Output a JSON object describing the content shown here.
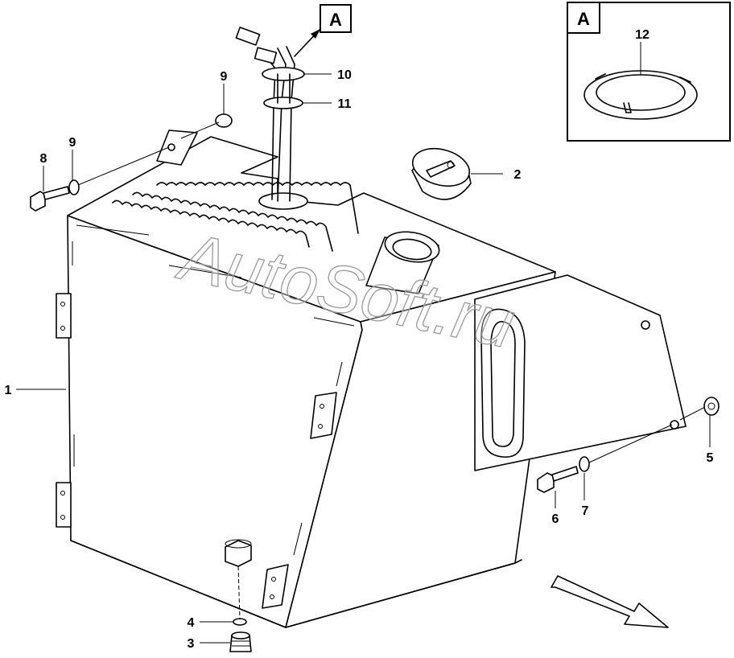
{
  "diagram": {
    "watermark": "AutoSoft.ru",
    "view_marker": "A",
    "detail_view": {
      "letter": "A",
      "part_label": "12"
    },
    "callouts": [
      {
        "id": "c1",
        "label": "1"
      },
      {
        "id": "c2",
        "label": "2"
      },
      {
        "id": "c3",
        "label": "3"
      },
      {
        "id": "c4",
        "label": "4"
      },
      {
        "id": "c5",
        "label": "5"
      },
      {
        "id": "c6",
        "label": "6"
      },
      {
        "id": "c7",
        "label": "7"
      },
      {
        "id": "c8",
        "label": "8"
      },
      {
        "id": "c9a",
        "label": "9"
      },
      {
        "id": "c9b",
        "label": "9"
      },
      {
        "id": "c10",
        "label": "10"
      },
      {
        "id": "c11",
        "label": "11"
      }
    ]
  }
}
